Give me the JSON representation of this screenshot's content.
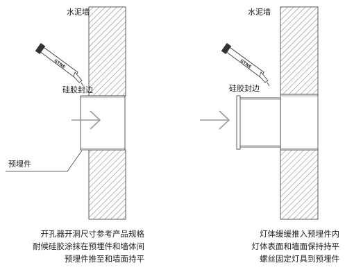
{
  "left_panel": {
    "wall_label": "水泥墙",
    "glue_label": "硅胶封边",
    "tube_brand": "GTNE",
    "sleeve_label": "预埋件",
    "caption_lines": [
      "开孔器开洞尺寸参考产品规格",
      "耐候硅胶涂抹在预埋件和墙体间",
      "预埋件推至和墙面持平"
    ]
  },
  "right_panel": {
    "wall_label": "水泥墙",
    "glue_label": "硅胶封边",
    "tube_brand": "GTNE",
    "caption_lines": [
      "灯体缓缓推入预埋件内",
      "灯体表面和墙面保持持平",
      "螺丝固定灯具到预埋件"
    ]
  },
  "colors": {
    "line": "#333333",
    "arrow": "#9a9a9a",
    "hatch": "#555555"
  }
}
